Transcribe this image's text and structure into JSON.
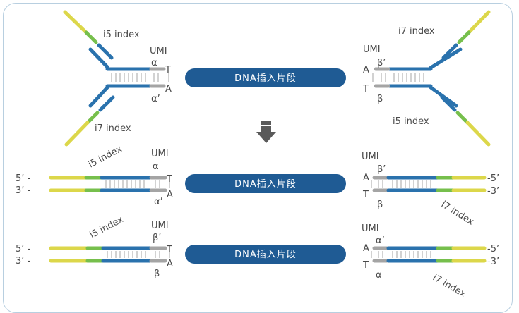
{
  "colors": {
    "blue": "#2a72ad",
    "yellow": "#dcd74a",
    "green": "#76bf4c",
    "gray": "#a4a4a4",
    "pill": "#1f5b94",
    "frame": "#b8cfe0",
    "text": "#4a4a4a"
  },
  "labels": {
    "i5": "i5 index",
    "i7": "i7 index",
    "umi": "UMI",
    "insert": "DNA插入片段",
    "alpha": "α",
    "alpha_prime": "α’",
    "beta": "β",
    "beta_prime": "β’",
    "T": "T",
    "A": "A",
    "five_prime_left": "5’ -",
    "three_prime_left": "3’ -",
    "five_prime_right": "-5’",
    "three_prime_right": "-3’"
  },
  "icons": {
    "arrow": "down-arrow-icon"
  }
}
